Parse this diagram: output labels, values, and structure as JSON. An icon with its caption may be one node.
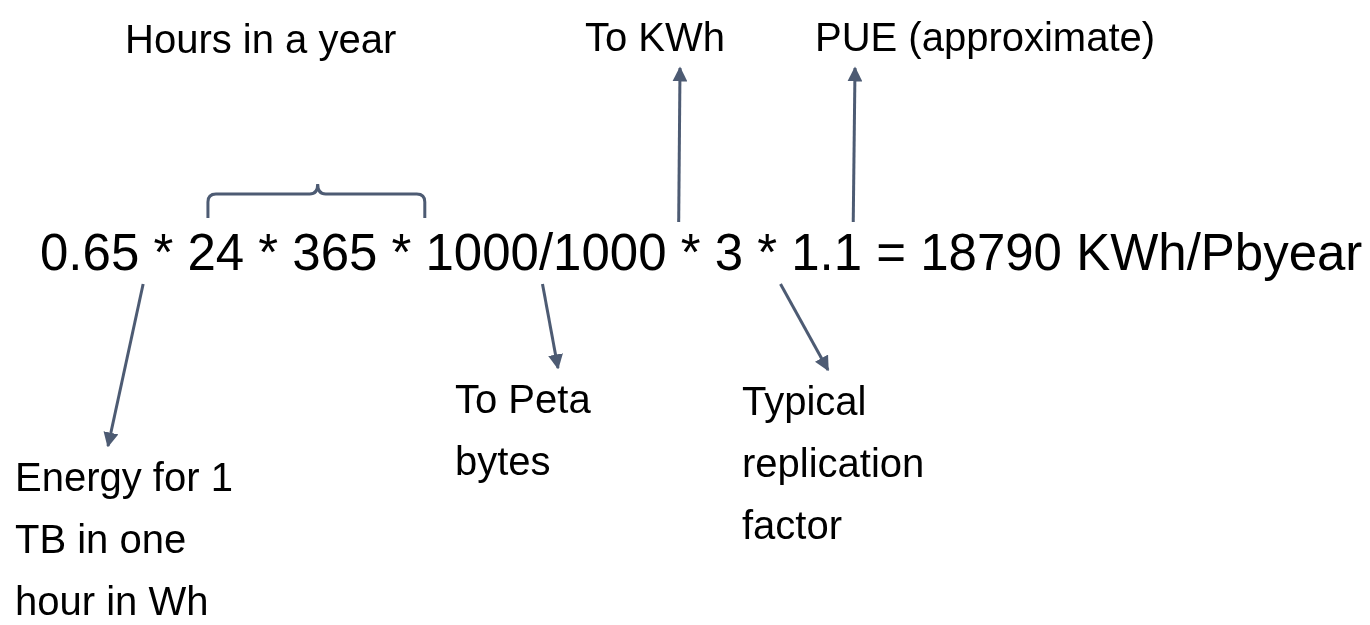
{
  "diagram": {
    "nodes": [
      {
        "text": [
          "0.65 * 24 * 365 * 1000/1000 * 3 * 1.1 = 18790 KWh/Pbyear"
        ]
      },
      {
        "text": [
          "To KWh"
        ]
      },
      {
        "text": [
          "PUE (approximate)"
        ]
      },
      {
        "text": [
          "Energy for 1 TB in one hour in Wh"
        ]
      },
      {
        "text": [
          "To Peta bytes"
        ]
      },
      {
        "text": [
          "Typical replication factor"
        ]
      }
    ],
    "edges": [
      {
        "from": 0,
        "to": 1,
        "arrow": "to"
      },
      {
        "from": 0,
        "to": 2,
        "arrow": "to"
      },
      {
        "from": 0,
        "to": 3,
        "arrow": "to"
      },
      {
        "from": 0,
        "to": 4,
        "arrow": "to"
      },
      {
        "from": 0,
        "to": 5,
        "arrow": "to"
      }
    ],
    "labels": [
      "Hours in a year"
    ]
  }
}
